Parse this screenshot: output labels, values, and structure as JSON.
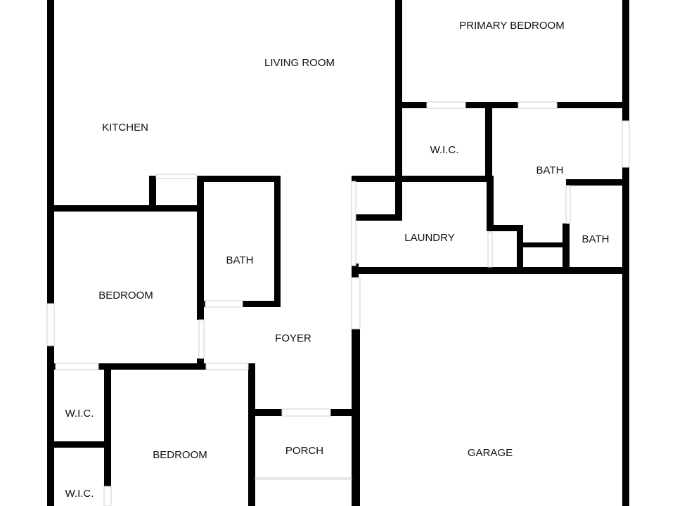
{
  "floor_plan": {
    "rooms": {
      "living_room": "LIVING ROOM",
      "primary_bedroom": "PRIMARY BEDROOM",
      "kitchen": "KITCHEN",
      "primary_wic": "W.I.C.",
      "primary_bath": "BATH",
      "bath_hall": "BATH",
      "laundry": "LAUNDRY",
      "bath_small": "BATH",
      "bedroom_1": "BEDROOM",
      "foyer": "FOYER",
      "wic_1": "W.I.C.",
      "bedroom_2": "BEDROOM",
      "porch": "PORCH",
      "garage": "GARAGE",
      "wic_2": "W.I.C."
    },
    "colors": {
      "wall": "#000000",
      "background": "#ffffff",
      "window_outline": "#cfcfcf"
    }
  }
}
